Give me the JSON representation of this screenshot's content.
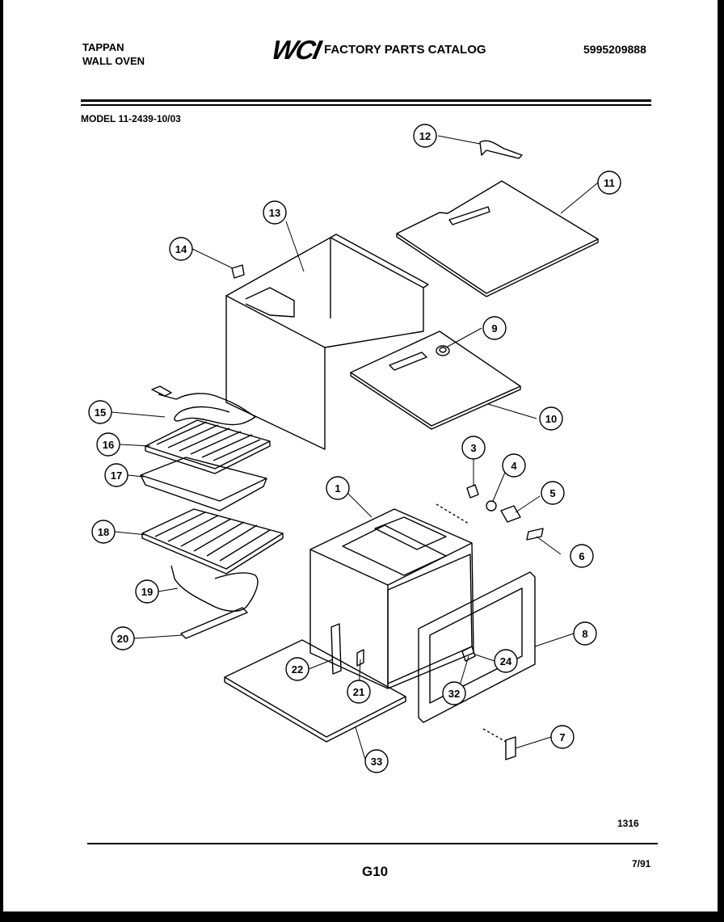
{
  "header": {
    "brand_line1": "TAPPAN",
    "brand_line2": "WALL OVEN",
    "logo": "WCI",
    "title": "FACTORY PARTS CATALOG",
    "catalog_number": "5995209888",
    "model": "MODEL 11-2439-10/03"
  },
  "callouts": [
    "12",
    "11",
    "13",
    "14",
    "9",
    "10",
    "15",
    "16",
    "17",
    "3",
    "4",
    "5",
    "1",
    "18",
    "6",
    "19",
    "8",
    "20",
    "24",
    "22",
    "21",
    "32",
    "33",
    "7"
  ],
  "footer": {
    "figure_number": "1316",
    "page": "G10",
    "date": "7/91"
  }
}
